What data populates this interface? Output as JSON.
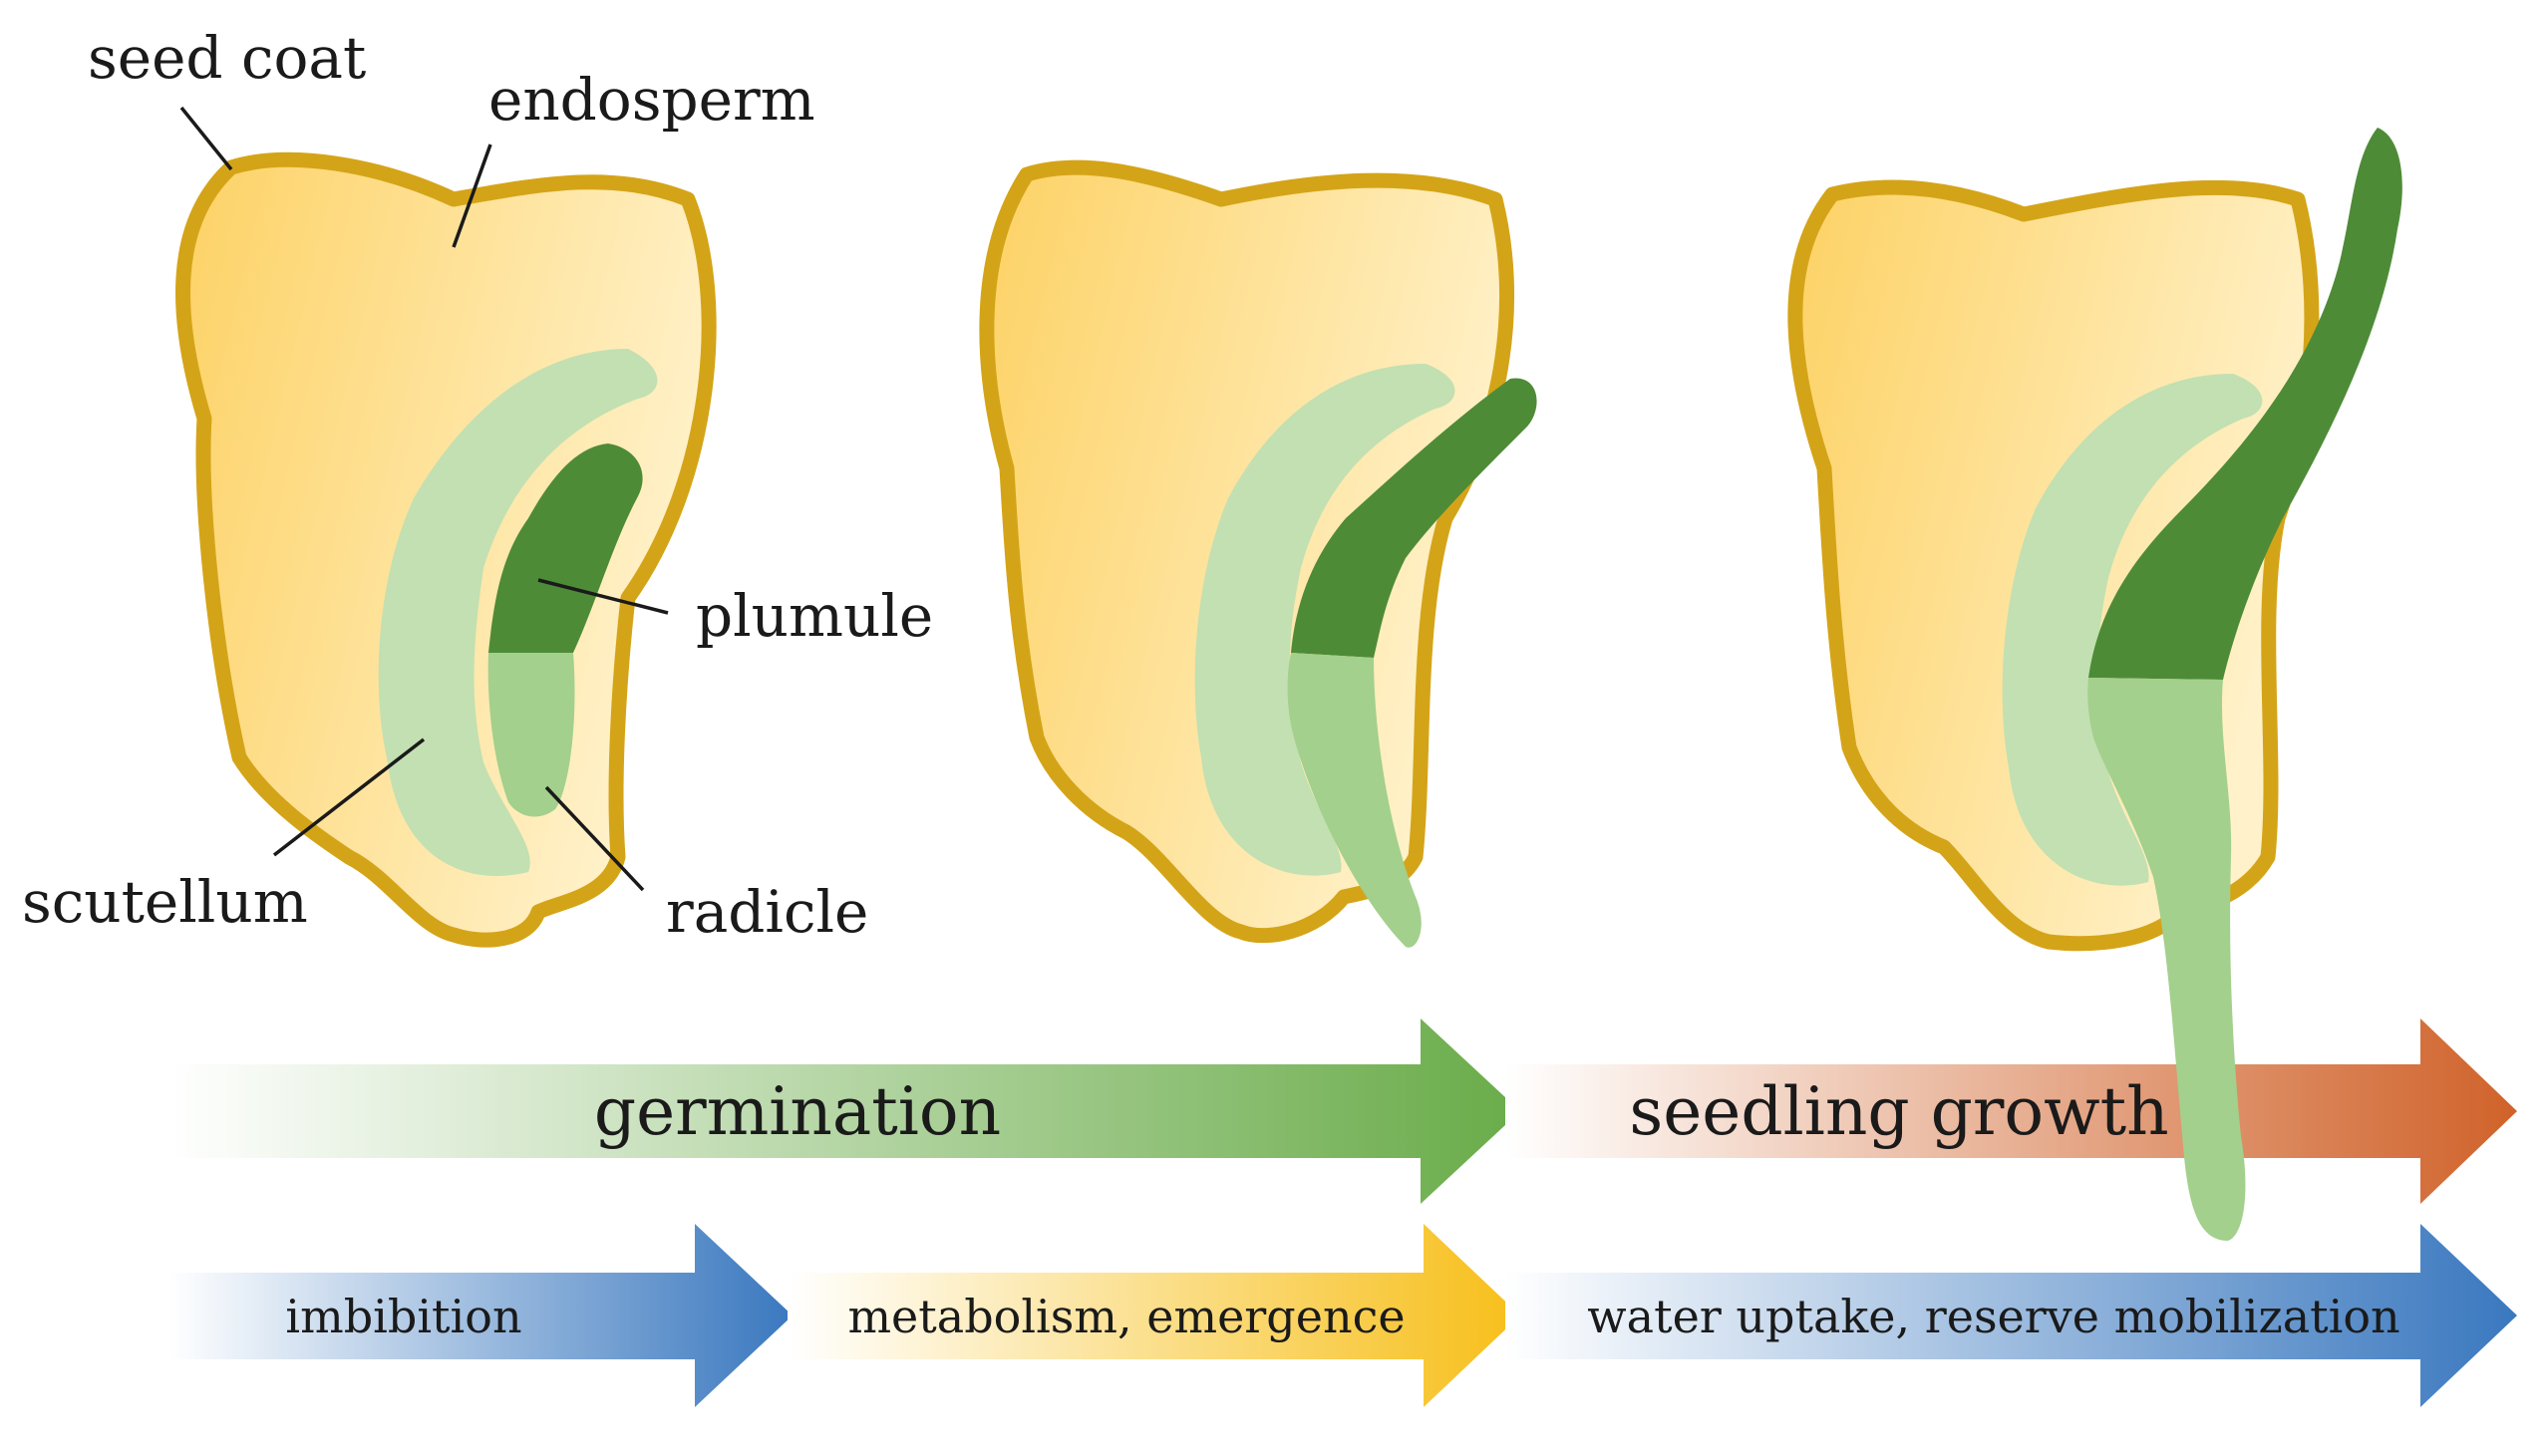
{
  "labels": {
    "seed_coat": "seed coat",
    "endosperm": "endosperm",
    "plumule": "plumule",
    "scutellum": "scutellum",
    "radicle": "radicle"
  },
  "phases": {
    "germination": "germination",
    "seedling_growth": "seedling growth"
  },
  "processes": {
    "imbibition": "imbibition",
    "metabolism": "metabolism, emergence",
    "water_uptake": "water uptake, reserve mobilization"
  },
  "colors": {
    "seed_coat": "#d4a418",
    "endosperm_light": "#fff1c9",
    "endosperm_dark": "#fdd265",
    "scutellum": "#c2e0b2",
    "plumule": "#4e8b37",
    "radicle": "#a3d08c",
    "germination_arrow": "#6aac4a",
    "seedling_arrow": "#d0622a",
    "blue_arrow": "#3a78bf",
    "yellow_arrow": "#f7bf1a"
  }
}
